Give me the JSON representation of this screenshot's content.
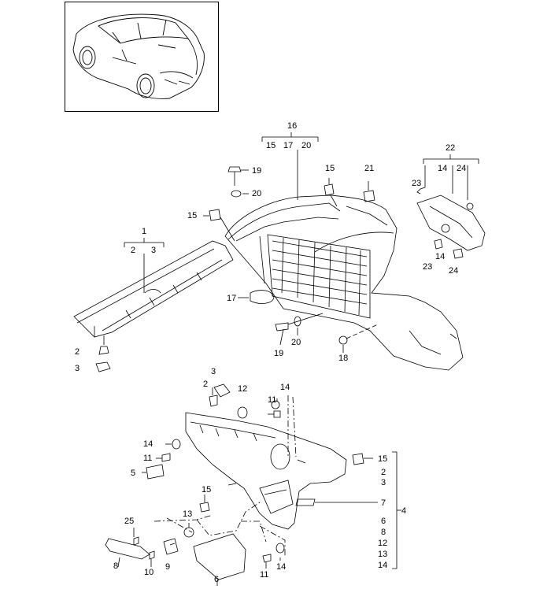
{
  "diagram": {
    "callouts": {
      "c1": "1",
      "c2": "2",
      "c3": "3",
      "c16": "16",
      "c15": "15",
      "c17": "17",
      "c20": "20",
      "c22": "22",
      "c14": "14",
      "c24": "24",
      "c23": "23",
      "c19": "19",
      "c21": "21",
      "c18": "18",
      "c4": "4",
      "c5": "5",
      "c6": "6",
      "c7": "7",
      "c8": "8",
      "c9": "9",
      "c10": "10",
      "c11": "11",
      "c12": "12",
      "c13": "13",
      "c25": "25"
    }
  }
}
